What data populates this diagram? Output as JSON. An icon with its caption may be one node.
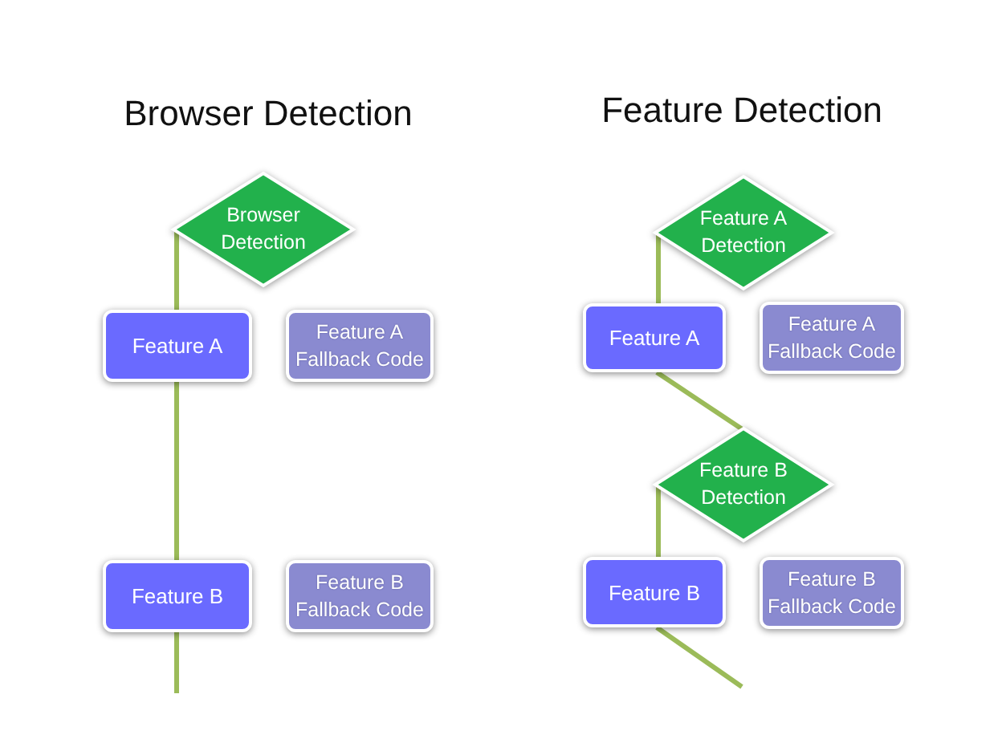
{
  "diagram": {
    "nodes": [
      {
        "text": [
          "Browser Detection"
        ]
      },
      {
        "text": [
          "Feature A"
        ]
      },
      {
        "text": [
          "Feature A Fallback Code"
        ]
      },
      {
        "text": [
          "Feature B"
        ]
      },
      {
        "text": [
          "Feature B Fallback Code"
        ]
      },
      {
        "text": [
          "Feature A Detection"
        ]
      },
      {
        "text": [
          "Feature A"
        ]
      },
      {
        "text": [
          "Feature A Fallback Code"
        ]
      },
      {
        "text": [
          "Feature B Detection"
        ]
      },
      {
        "text": [
          "Feature B"
        ]
      },
      {
        "text": [
          "Feature B Fallback Code"
        ]
      }
    ],
    "edges": [
      {
        "from": 0,
        "to": 1,
        "arrow": "none"
      },
      {
        "from": 1,
        "to": 3,
        "arrow": "none"
      },
      {
        "from": 3,
        "to": null,
        "arrow": "none"
      },
      {
        "from": 5,
        "to": 6,
        "arrow": "none"
      },
      {
        "from": 6,
        "to": 8,
        "arrow": "none"
      },
      {
        "from": 8,
        "to": 9,
        "arrow": "none"
      },
      {
        "from": 9,
        "to": null,
        "arrow": "none"
      }
    ],
    "labels": [
      "Browser Detection",
      "Feature Detection"
    ]
  }
}
